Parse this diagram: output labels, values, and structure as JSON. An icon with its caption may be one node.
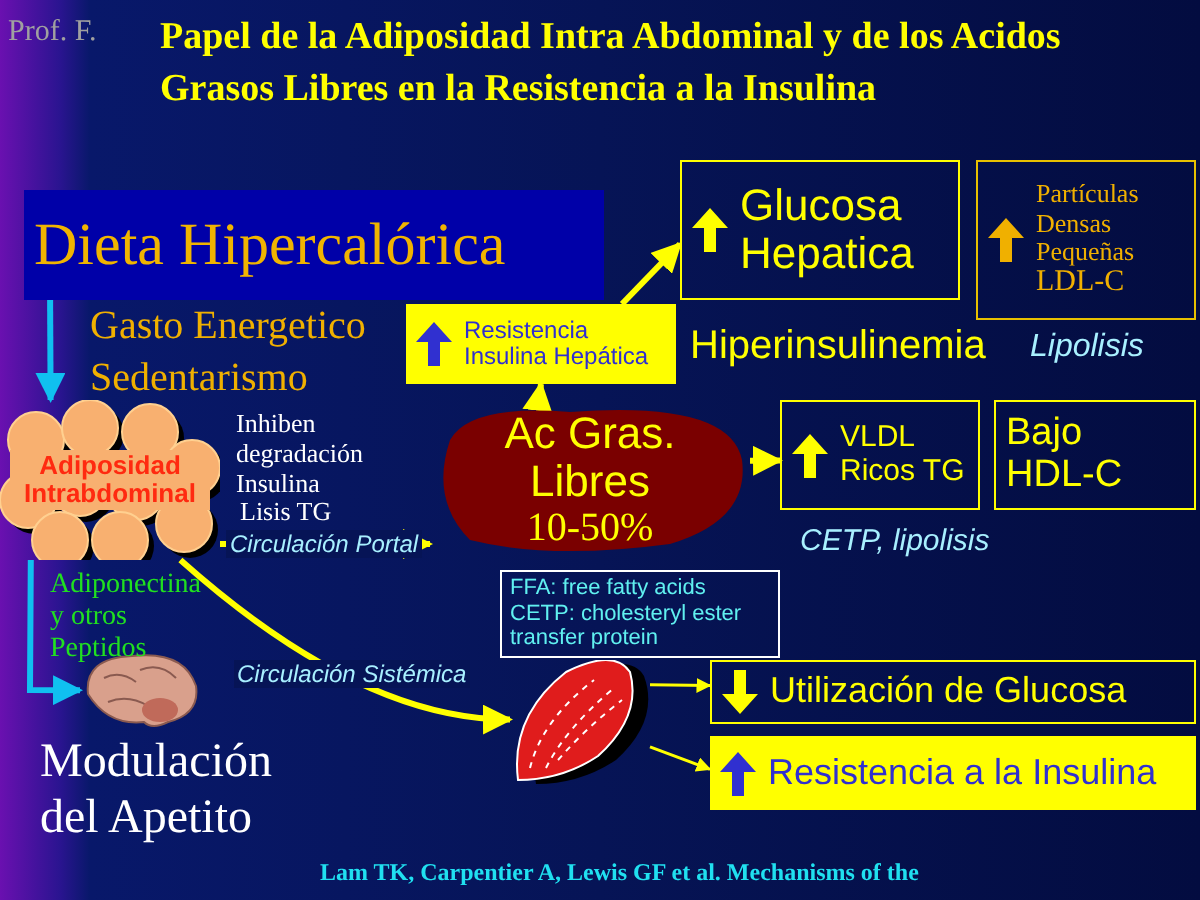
{
  "diagram": {
    "title": "Papel de la Adiposidad Intra Abdominal y de los Acidos Grasos Libres en la Resistencia a la Insulina",
    "nodes": [
      {
        "text": [
          "Dieta Hipercalórica"
        ]
      },
      {
        "text": [
          "Adiposidad Intrabdominal"
        ]
      },
      {
        "text": [
          "Resistencia Insulina Hepática"
        ]
      },
      {
        "text": [
          "Glucosa Hepatica"
        ]
      },
      {
        "text": [
          "Ac Gras. Libres",
          "10-50%"
        ]
      },
      {
        "text": [
          "VLDL Ricos TG"
        ]
      },
      {
        "text": [
          "Partículas Densas Pequeñas",
          "LDL-C"
        ]
      },
      {
        "text": [
          "Bajo HDL-C"
        ]
      },
      {
        "text": [],
        "shape": "picture"
      },
      {
        "text": [],
        "shape": "picture"
      },
      {
        "text": [
          "Utilización de Glucosa"
        ]
      },
      {
        "text": [
          "Resistencia a la Insulina"
        ]
      }
    ],
    "edges": [
      {
        "from": 0,
        "to": 1,
        "arrow": "to",
        "color": "#10c0f0"
      },
      {
        "from": 1,
        "to": 8,
        "arrow": "to",
        "color": "#10c0f0"
      },
      {
        "from": 1,
        "to": 4,
        "arrow": "to",
        "label": "Circulación Portal"
      },
      {
        "from": 1,
        "to": 9,
        "arrow": "to",
        "label": "Circulación Sistémica"
      },
      {
        "from": 4,
        "to": 2,
        "arrow": "to"
      },
      {
        "from": 2,
        "to": 3,
        "arrow": "to"
      },
      {
        "from": 4,
        "to": 5,
        "arrow": "to"
      },
      {
        "from": 9,
        "to": 10,
        "arrow": "to"
      },
      {
        "from": 9,
        "to": 11,
        "arrow": "to"
      }
    ],
    "labels": [
      "Prof. F.",
      "Gasto Energetico",
      "Sedentarismo",
      "Inhiben degradación Insulina",
      "Lisis TG",
      "Hiperinsulinemia",
      "Lipolisis",
      "CETP, lipolisis",
      "FFA: free fatty acids",
      "CETP: cholesteryl ester transfer protein",
      "Adiponectina y otros Peptidos",
      "Modulación del Apetito",
      "Lam TK, Carpentier A, Lewis GF et al. Mechanisms of the"
    ]
  }
}
